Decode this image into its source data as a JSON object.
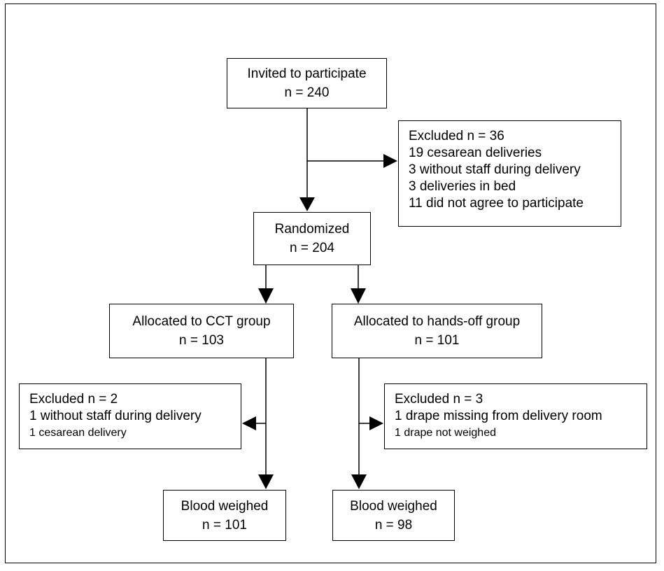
{
  "invited": {
    "title": "Invited to participate",
    "count": "n = 240"
  },
  "excluded_initial": {
    "title": "Excluded n = 36",
    "reasons": [
      "19 cesarean deliveries",
      "3 without staff during delivery",
      "3 deliveries in bed",
      "11 did not agree to participate"
    ]
  },
  "randomized": {
    "title": "Randomized",
    "count": "n = 204"
  },
  "cct_group": {
    "title": "Allocated to CCT group",
    "count": "n = 103"
  },
  "handsoff_group": {
    "title": "Allocated to hands-off group",
    "count": "n = 101"
  },
  "cct_excluded": {
    "title": "Excluded n = 2",
    "reasons": [
      "1 without staff during delivery",
      "1 cesarean delivery"
    ]
  },
  "handsoff_excluded": {
    "title": "Excluded n = 3",
    "reasons": [
      "1 drape missing from delivery room",
      "1 drape not weighed"
    ]
  },
  "cct_weighed": {
    "title": "Blood weighed",
    "count": "n = 101"
  },
  "handsoff_weighed": {
    "title": "Blood weighed",
    "count": "n = 98"
  }
}
